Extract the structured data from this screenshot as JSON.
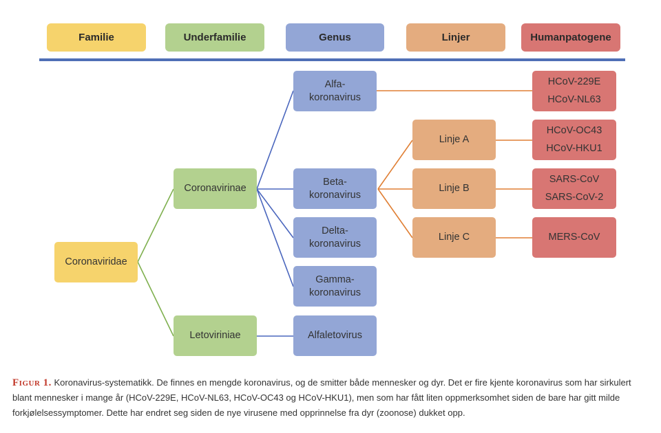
{
  "header": {
    "columns": [
      {
        "label": "Familie",
        "color": "#f6d36c"
      },
      {
        "label": "Underfamilie",
        "color": "#b3d18f"
      },
      {
        "label": "Genus",
        "color": "#93a6d6"
      },
      {
        "label": "Linjer",
        "color": "#e4ac7f"
      },
      {
        "label": "Humanpatogene",
        "color": "#d87673"
      }
    ],
    "rule_color": "#4f6fb6"
  },
  "tree": {
    "family": {
      "label": "Coronaviridae"
    },
    "subfamilies": [
      {
        "label": "Coronavirinae"
      },
      {
        "label": "Letoviriniae"
      }
    ],
    "genera": [
      {
        "line1": "Alfa-",
        "line2": "koronavirus",
        "parent": "Coronavirinae"
      },
      {
        "line1": "Beta-",
        "line2": "koronavirus",
        "parent": "Coronavirinae"
      },
      {
        "line1": "Delta-",
        "line2": "koronavirus",
        "parent": "Coronavirinae"
      },
      {
        "line1": "Gamma-",
        "line2": "koronavirus",
        "parent": "Coronavirinae"
      },
      {
        "line1": "Alfaletovirus",
        "line2": "",
        "parent": "Letoviriniae"
      }
    ],
    "lineages": [
      {
        "label": "Linje A",
        "parent": "Beta-koronavirus"
      },
      {
        "label": "Linje B",
        "parent": "Beta-koronavirus"
      },
      {
        "label": "Linje C",
        "parent": "Beta-koronavirus"
      }
    ],
    "human_pathogens": [
      {
        "names": [
          "HCoV-229E",
          "HCoV-NL63"
        ],
        "parent": "Alfa-koronavirus"
      },
      {
        "names": [
          "HCoV-OC43",
          "HCoV-HKU1"
        ],
        "parent": "Linje A"
      },
      {
        "names": [
          "SARS-CoV",
          "SARS-CoV-2"
        ],
        "parent": "Linje B"
      },
      {
        "names": [
          "MERS-CoV"
        ],
        "parent": "Linje C"
      }
    ],
    "link_colors": {
      "family_to_sub": "#7fb04f",
      "sub_to_genus": "#4a66bd",
      "to_lineage": "#e07f34"
    }
  },
  "caption": {
    "label": "Figur 1.",
    "text": "Koronavirus-systematikk. De finnes en mengde koronavirus, og de smitter både mennesker og dyr. Det er fire kjente koronavirus som har sirkulert blant mennesker i mange år (HCoV-229E, HCoV-NL63, HCoV-OC43 og HCoV-HKU1), men som har fått liten oppmerksomhet siden de bare har gitt milde forkjølelsessymptomer. Dette har endret seg siden de nye virusene med opprinnelse fra dyr (zoonose) dukket opp."
  }
}
